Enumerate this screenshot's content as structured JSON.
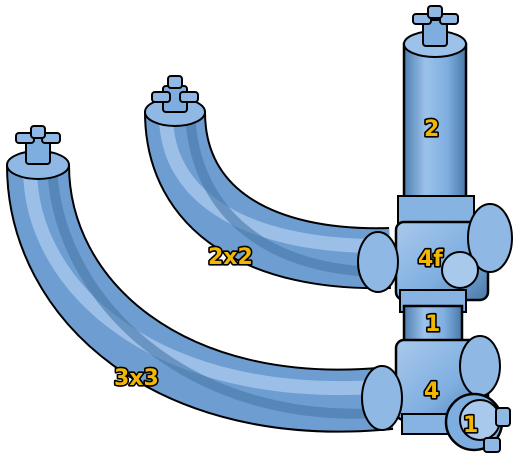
{
  "diagram": {
    "part_labels": {
      "vertical_tube_top": "2",
      "hub_upper": "4f",
      "arc_middle": "2x2",
      "connector_short": "1",
      "arc_outer": "3x3",
      "hub_lower": "4",
      "stub_front": "1"
    },
    "colors": {
      "body": "#7eaee0",
      "body_light": "#b7d2ef",
      "body_dark": "#4a78a8",
      "outline": "#000000",
      "label_fill": "#f2b705",
      "label_outline": "#000000"
    }
  }
}
